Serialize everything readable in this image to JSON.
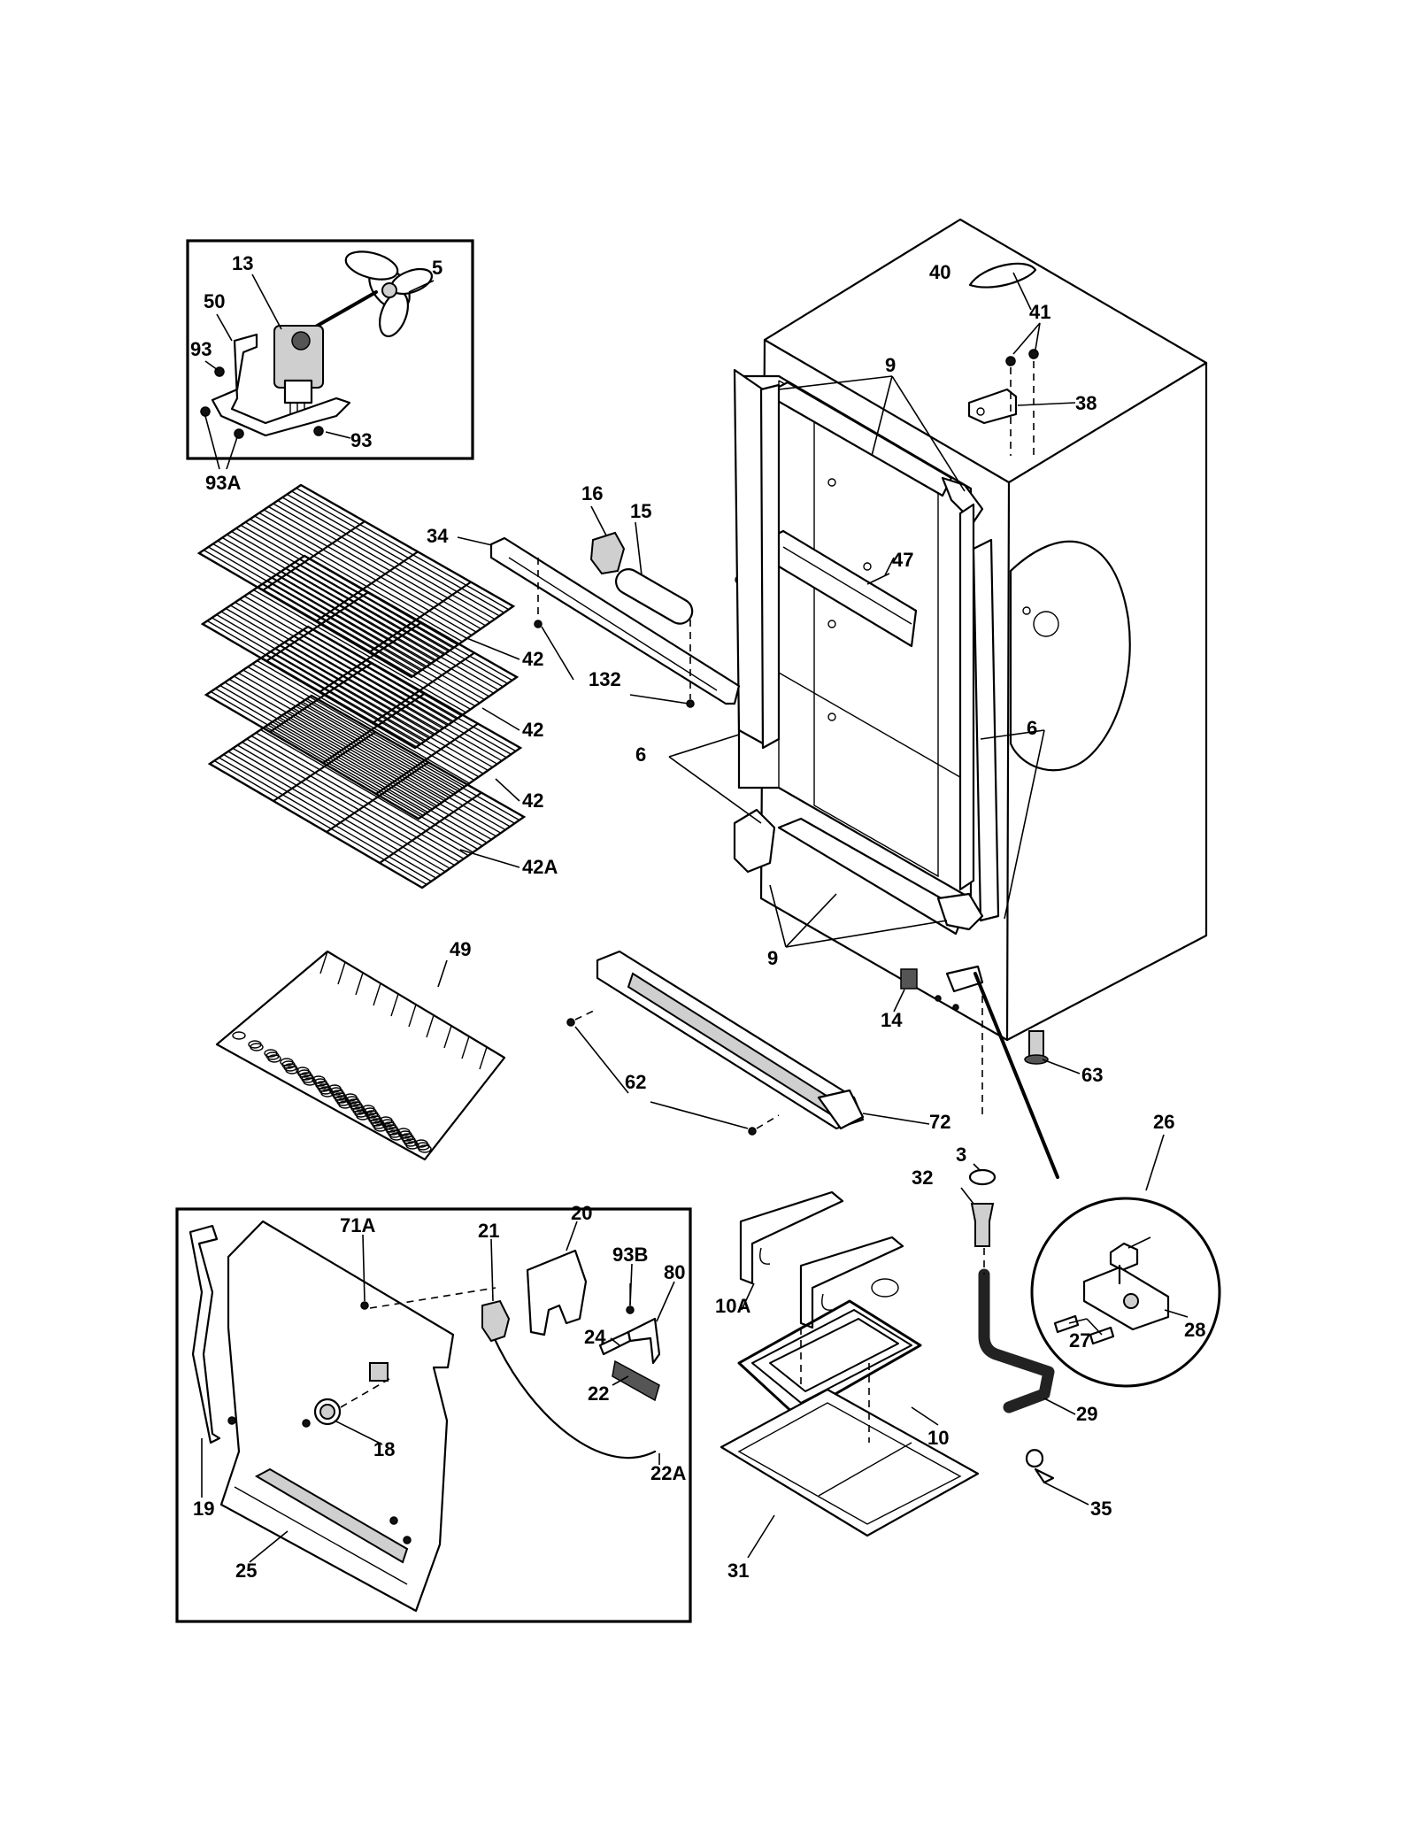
{
  "callouts": [
    {
      "id": "13",
      "text": "13"
    },
    {
      "id": "5",
      "text": "5"
    },
    {
      "id": "50",
      "text": "50"
    },
    {
      "id": "93a",
      "text": "93"
    },
    {
      "id": "93b",
      "text": "93"
    },
    {
      "id": "93A",
      "text": "93A"
    },
    {
      "id": "40",
      "text": "40"
    },
    {
      "id": "41",
      "text": "41"
    },
    {
      "id": "38",
      "text": "38"
    },
    {
      "id": "9a",
      "text": "9"
    },
    {
      "id": "16",
      "text": "16"
    },
    {
      "id": "15",
      "text": "15"
    },
    {
      "id": "34",
      "text": "34"
    },
    {
      "id": "47",
      "text": "47"
    },
    {
      "id": "42a",
      "text": "42"
    },
    {
      "id": "42b",
      "text": "42"
    },
    {
      "id": "42c",
      "text": "42"
    },
    {
      "id": "42A",
      "text": "42A"
    },
    {
      "id": "132",
      "text": "132"
    },
    {
      "id": "6a",
      "text": "6"
    },
    {
      "id": "6b",
      "text": "6"
    },
    {
      "id": "9b",
      "text": "9"
    },
    {
      "id": "49",
      "text": "49"
    },
    {
      "id": "14",
      "text": "14"
    },
    {
      "id": "63",
      "text": "63"
    },
    {
      "id": "62",
      "text": "62"
    },
    {
      "id": "72",
      "text": "72"
    },
    {
      "id": "26",
      "text": "26"
    },
    {
      "id": "3",
      "text": "3"
    },
    {
      "id": "32",
      "text": "32"
    },
    {
      "id": "20",
      "text": "20"
    },
    {
      "id": "71A",
      "text": "71A"
    },
    {
      "id": "21",
      "text": "21"
    },
    {
      "id": "93B",
      "text": "93B"
    },
    {
      "id": "80",
      "text": "80"
    },
    {
      "id": "10A",
      "text": "10A"
    },
    {
      "id": "24",
      "text": "24"
    },
    {
      "id": "22",
      "text": "22"
    },
    {
      "id": "27",
      "text": "27"
    },
    {
      "id": "28",
      "text": "28"
    },
    {
      "id": "18",
      "text": "18"
    },
    {
      "id": "10",
      "text": "10"
    },
    {
      "id": "29",
      "text": "29"
    },
    {
      "id": "22A",
      "text": "22A"
    },
    {
      "id": "19",
      "text": "19"
    },
    {
      "id": "35",
      "text": "35"
    },
    {
      "id": "25",
      "text": "25"
    },
    {
      "id": "31",
      "text": "31"
    }
  ]
}
